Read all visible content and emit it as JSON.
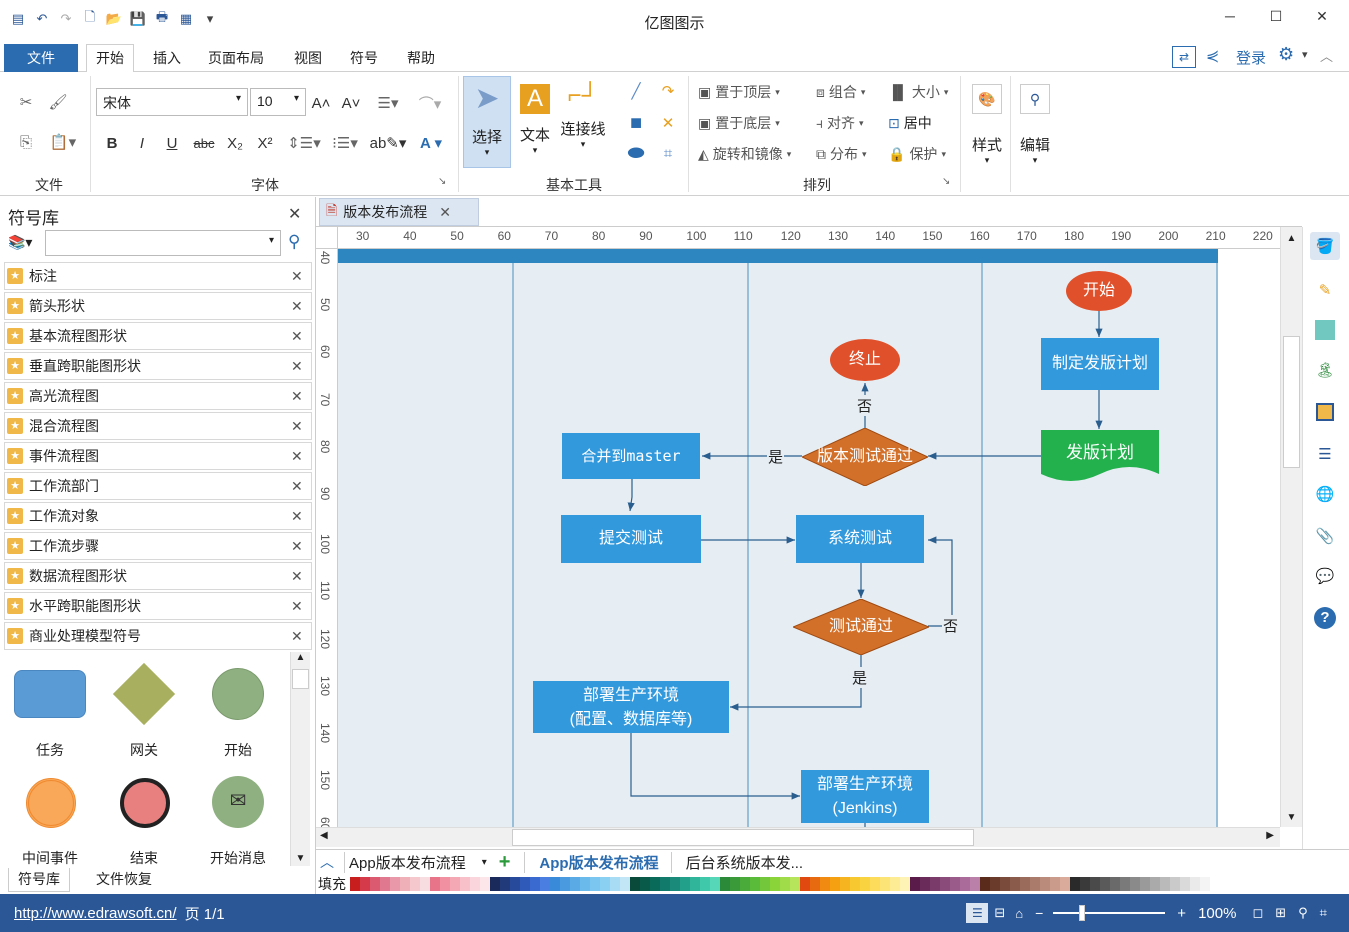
{
  "app": {
    "title": "亿图图示"
  },
  "ribbon": {
    "tabs": [
      "文件",
      "开始",
      "插入",
      "页面布局",
      "视图",
      "符号",
      "帮助"
    ],
    "login": "登录",
    "font_name": "宋体",
    "font_size": "10",
    "groups": {
      "file": "文件",
      "font": "字体",
      "basic_tools": "基本工具",
      "arrange": "排列"
    },
    "tools": {
      "select": "选择",
      "text": "文本",
      "connector": "连接线"
    },
    "arrange": {
      "top": "置于顶层",
      "bottom": "置于底层",
      "rotate": "旋转和镜像",
      "group": "组合",
      "align": "对齐",
      "distribute": "分布",
      "size": "大小",
      "center": "居中",
      "protect": "保护"
    },
    "style": "样式",
    "edit": "编辑"
  },
  "library": {
    "title": "符号库",
    "items": [
      "标注",
      "箭头形状",
      "基本流程图形状",
      "垂直跨职能图形状",
      "高光流程图",
      "混合流程图",
      "事件流程图",
      "工作流部门",
      "工作流对象",
      "工作流步骤",
      "数据流程图形状",
      "水平跨职能图形状",
      "商业处理模型符号"
    ],
    "shapes": [
      "任务",
      "网关",
      "开始",
      "中间事件",
      "结束",
      "开始消息"
    ],
    "bottom_tabs": [
      "符号库",
      "文件恢复"
    ]
  },
  "document": {
    "tab": "版本发布流程"
  },
  "ruler": {
    "top": [
      "30",
      "40",
      "50",
      "60",
      "70",
      "80",
      "90",
      "100",
      "110",
      "120",
      "130",
      "140",
      "150",
      "160",
      "170",
      "180",
      "190",
      "200",
      "210",
      "220"
    ],
    "left": [
      "40",
      "50",
      "60",
      "70",
      "80",
      "90",
      "100",
      "110",
      "120",
      "130",
      "140",
      "150",
      "60"
    ]
  },
  "diagram": {
    "start": "开始",
    "plan": "制定发版计划",
    "plan_doc": "发版计划",
    "version_test": "版本测试通过",
    "end": "终止",
    "merge": "合并到master",
    "submit": "提交测试",
    "system_test": "系统测试",
    "test_pass": "测试通过",
    "deploy1_l1": "部署生产环境",
    "deploy1_l2": "(配置、数据库等)",
    "deploy2_l1": "部署生产环境",
    "deploy2_l2": "(Jenkins)",
    "yes": "是",
    "no": "否"
  },
  "page_tabs": {
    "current": "App版本发布流程",
    "active": "App版本发布流程",
    "other": "后台系统版本发...",
    "fill": "填充"
  },
  "status": {
    "url": "http://www.edrawsoft.cn/",
    "page": "页 1/1",
    "zoom": "100%"
  },
  "colors": {
    "accent": "#2b5797",
    "box": "#3399dd",
    "diamond": "#d2702a",
    "oval": "#e0502a",
    "green": "#22b14c"
  }
}
